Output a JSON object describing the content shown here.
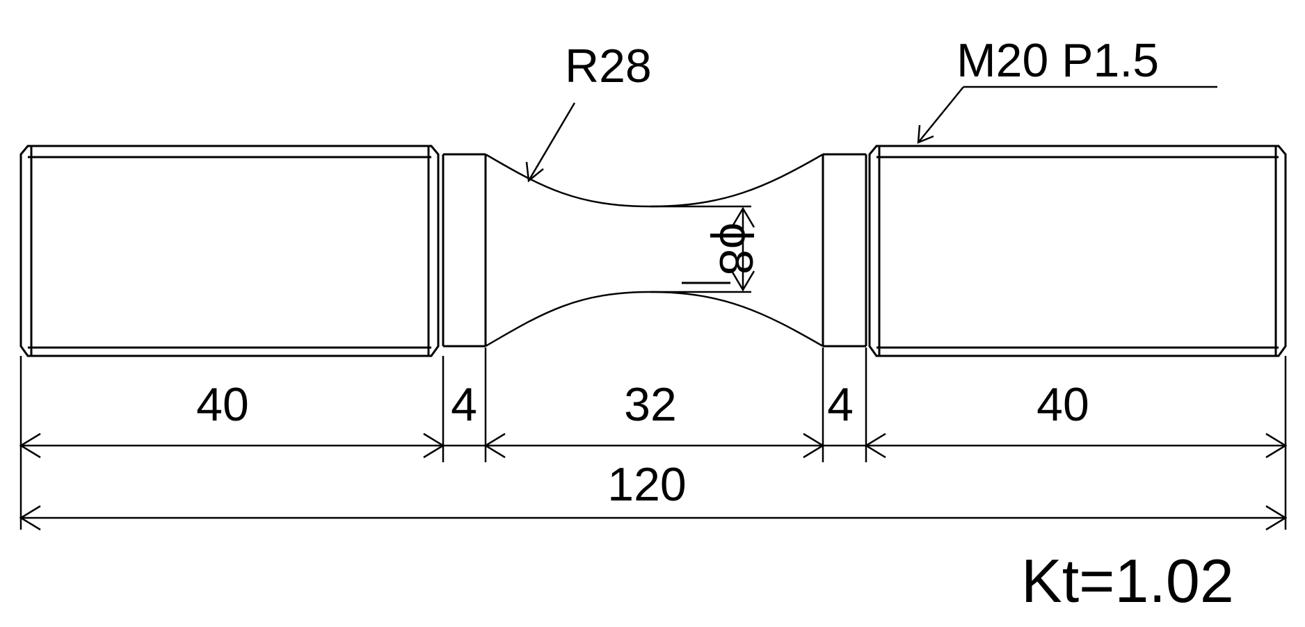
{
  "drawing": {
    "dimensions": {
      "left_thread_length": "40",
      "left_shoulder_length": "4",
      "gauge_length": "32",
      "right_shoulder_length": "4",
      "right_thread_length": "40",
      "overall_length": "120",
      "gauge_diameter": "ϕ8"
    },
    "notes": {
      "fillet_radius": "R28",
      "thread_spec": "M20 P1.5",
      "stress_concentration": "Kt=1.02"
    }
  }
}
